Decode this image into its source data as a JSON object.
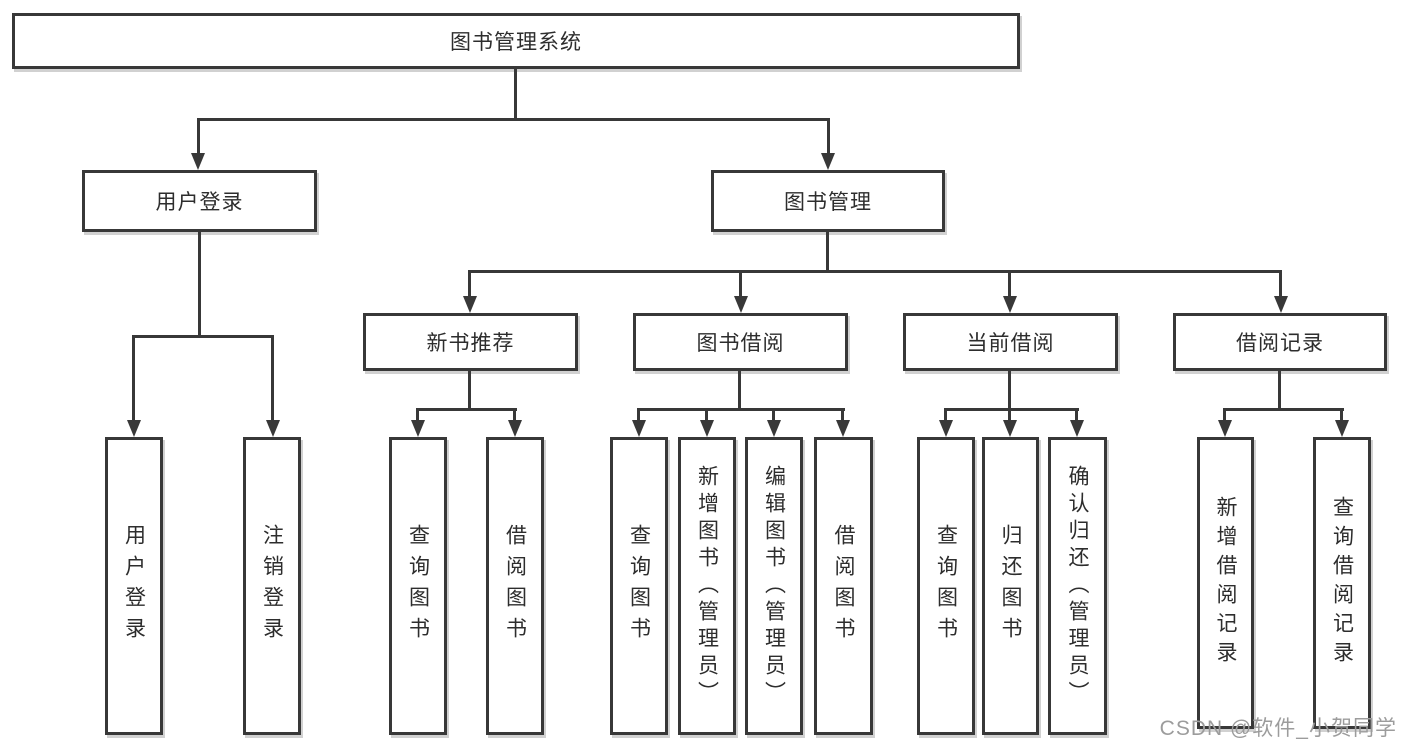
{
  "root": {
    "label": "图书管理系统"
  },
  "level1": {
    "user_login": {
      "label": "用户登录"
    },
    "book_mgmt": {
      "label": "图书管理"
    }
  },
  "level2": {
    "new_book_rec": {
      "label": "新书推荐"
    },
    "book_borrow": {
      "label": "图书借阅"
    },
    "current_borrow": {
      "label": "当前借阅"
    },
    "borrow_records": {
      "label": "借阅记录"
    }
  },
  "leaves": {
    "user_login": [
      "用户登录",
      "注销登录"
    ],
    "new_book_rec": [
      "查询图书",
      "借阅图书"
    ],
    "book_borrow": [
      "查询图书",
      "新增图书（管理员）",
      "编辑图书（管理员）",
      "借阅图书"
    ],
    "current_borrow": [
      "查询图书",
      "归还图书",
      "确认归还（管理员）"
    ],
    "borrow_records": [
      "新增借阅记录",
      "查询借阅记录"
    ]
  },
  "watermark": {
    "text": "CSDN @软件_小贺同学"
  },
  "colors": {
    "line": "#383838",
    "text": "#2d2d2d",
    "background": "#ffffff",
    "watermark": "#9c9c9c"
  }
}
